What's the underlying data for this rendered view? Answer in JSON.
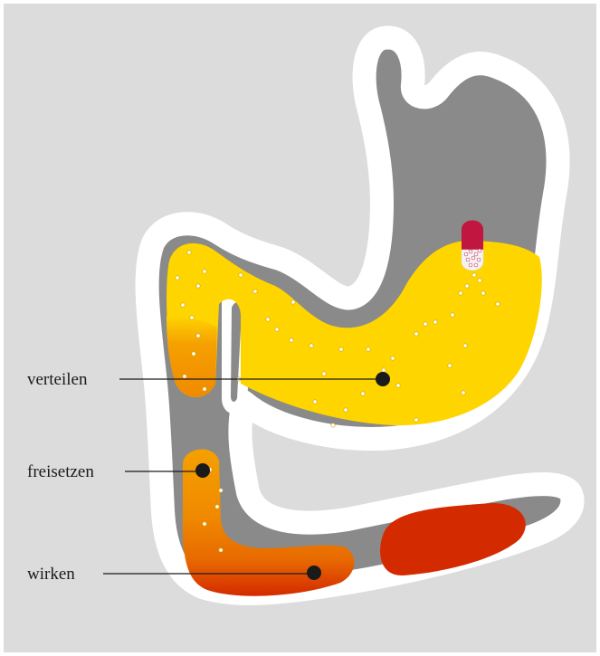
{
  "labels": {
    "distribute": "verteilen",
    "release": "freisetzen",
    "act": "wirken"
  },
  "colors": {
    "background": "#dcdcdc",
    "organ_outline": "#ffffff",
    "organ_wall": "#8a8a8a",
    "stomach_content": "#ffd500",
    "release_zone": "#f08a00",
    "active_zone": "#d42a00",
    "capsule": "#c0163f",
    "marker": "#1a1a1a",
    "granule": "#ffffff"
  }
}
